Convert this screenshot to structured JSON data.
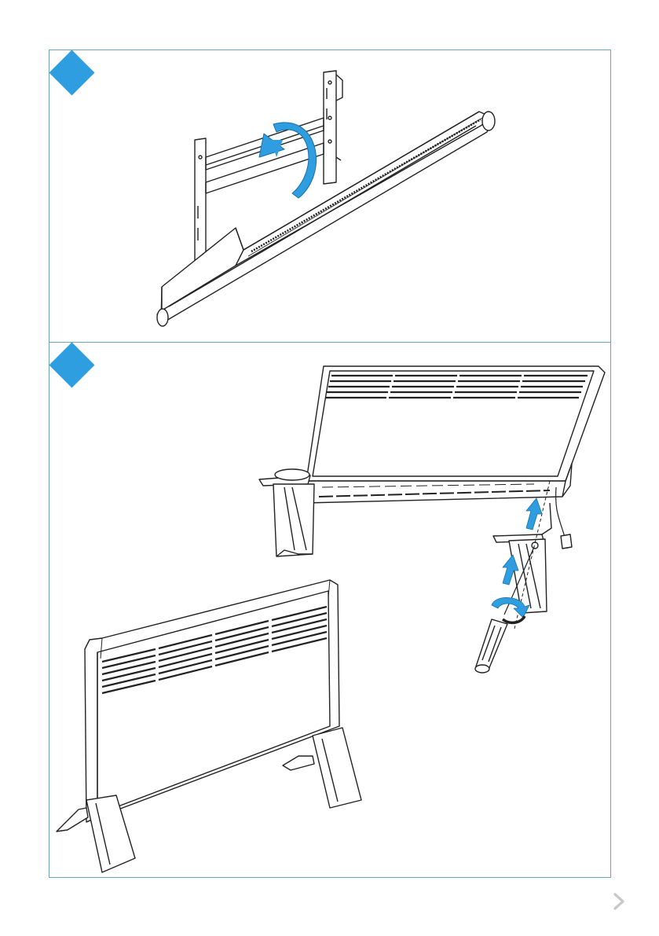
{
  "steps": [
    {
      "id": 1,
      "illustration": "tilt-heater-onto-wall-bracket",
      "arrow": "curved-down-arrow"
    },
    {
      "id": 2,
      "illustration": "attach-feet-with-screwdriver",
      "arrows": [
        "up-arrow",
        "up-arrow",
        "rotate-arrow"
      ]
    }
  ],
  "colors": {
    "accent": "#2f9ee0",
    "frame": "#6aa7b8",
    "line": "#222222",
    "nav": "#c8c8c8"
  },
  "navigation": {
    "icon": "chevron-right-icon"
  }
}
